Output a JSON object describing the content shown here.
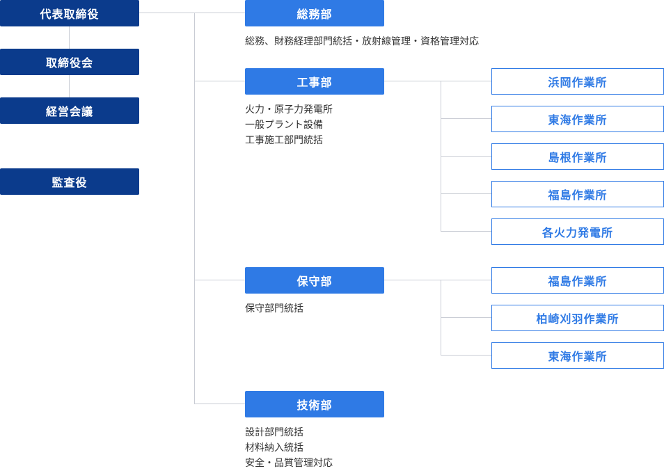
{
  "executives": {
    "ceo": "代表取締役",
    "board": "取締役会",
    "management": "経営会議",
    "auditor": "監査役"
  },
  "departments": {
    "general": {
      "name": "総務部",
      "description": [
        "総務、財務経理部門統括・放射線管理・資格管理対応"
      ]
    },
    "construction": {
      "name": "工事部",
      "description": [
        "火力・原子力発電所",
        "一般プラント設備",
        "工事施工部門統括"
      ],
      "offices": [
        "浜岡作業所",
        "東海作業所",
        "島根作業所",
        "福島作業所",
        "各火力発電所"
      ]
    },
    "maintenance": {
      "name": "保守部",
      "description": [
        "保守部門統括"
      ],
      "offices": [
        "福島作業所",
        "柏崎刈羽作業所",
        "東海作業所"
      ]
    },
    "technical": {
      "name": "技術部",
      "description": [
        "設計部門統括",
        "材料納入統括",
        "安全・品質管理対応"
      ]
    }
  },
  "colors": {
    "executive_box": "#0b3b8c",
    "department_box": "#2f7ae5",
    "office_border": "#2f7ae5",
    "connector": "#c9ccd4"
  }
}
